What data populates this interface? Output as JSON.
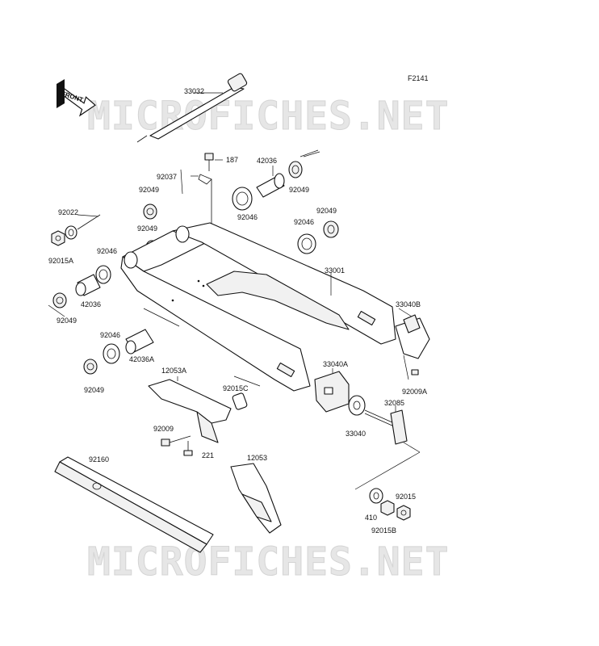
{
  "figure_code": "F2141",
  "watermark": "MICROFICHES.NET",
  "front_label": "FRONT",
  "parts": [
    {
      "id": "33032"
    },
    {
      "id": "187"
    },
    {
      "id": "92037"
    },
    {
      "id": "42036"
    },
    {
      "id": "92049"
    },
    {
      "id": "92046"
    },
    {
      "id": "92022"
    },
    {
      "id": "92015A"
    },
    {
      "id": "33001"
    },
    {
      "id": "33040B"
    },
    {
      "id": "92009A"
    },
    {
      "id": "33040A"
    },
    {
      "id": "32085"
    },
    {
      "id": "33040"
    },
    {
      "id": "12053A"
    },
    {
      "id": "92015C"
    },
    {
      "id": "42036A"
    },
    {
      "id": "92009"
    },
    {
      "id": "221"
    },
    {
      "id": "92160"
    },
    {
      "id": "12053"
    },
    {
      "id": "410"
    },
    {
      "id": "92015"
    },
    {
      "id": "92015B"
    }
  ]
}
